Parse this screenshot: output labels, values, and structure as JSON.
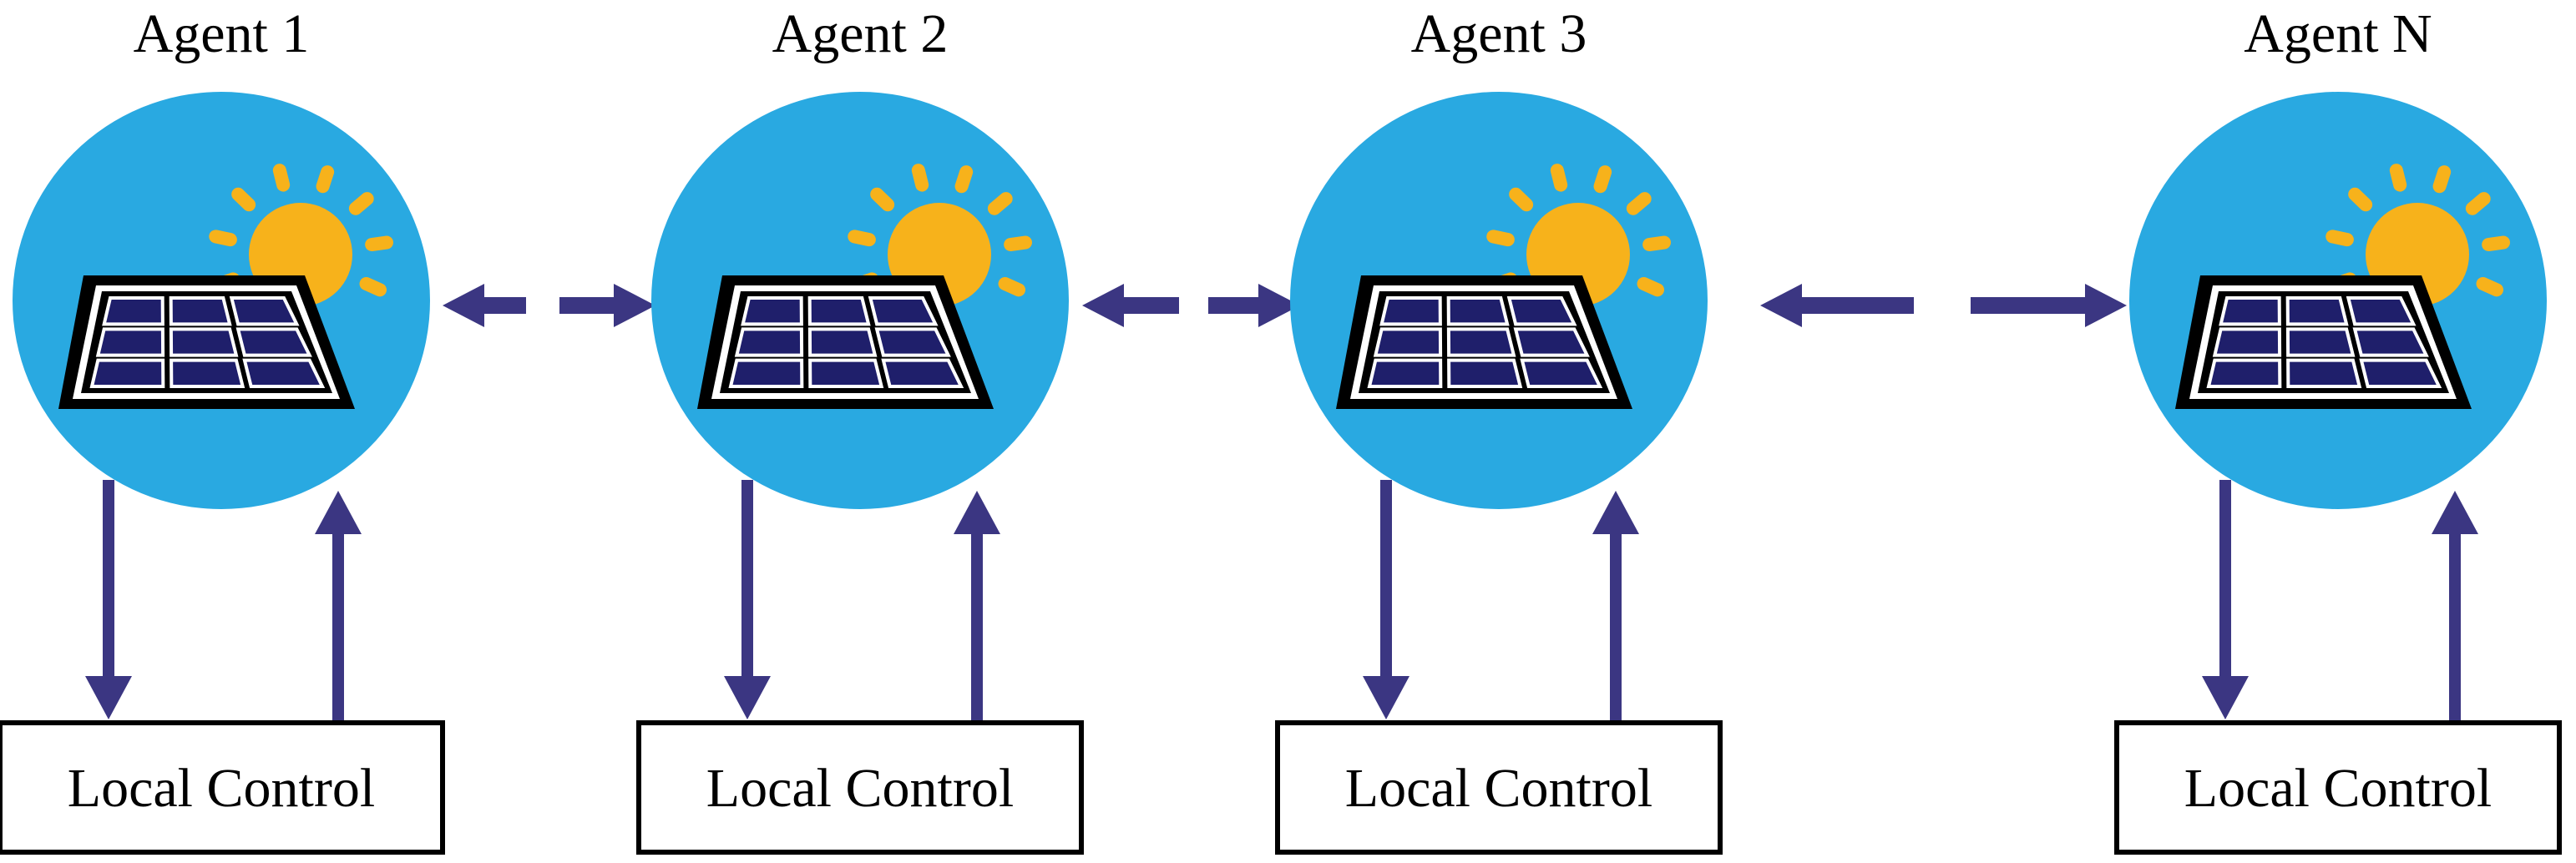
{
  "agents": [
    {
      "title": "Agent 1",
      "control_label": "Local Control"
    },
    {
      "title": "Agent 2",
      "control_label": "Local Control"
    },
    {
      "title": "Agent 3",
      "control_label": "Local Control"
    },
    {
      "title": "Agent N",
      "control_label": "Local Control"
    }
  ],
  "colors": {
    "agent_circle": "#29a9e1",
    "arrow": "#3b3682",
    "panel_cell": "#1f1f6b",
    "panel_frame": "#000000",
    "sun": "#f7b21b",
    "box_border": "#000000"
  },
  "icons": {
    "agent": "solar-panel-with-sun-icon"
  }
}
